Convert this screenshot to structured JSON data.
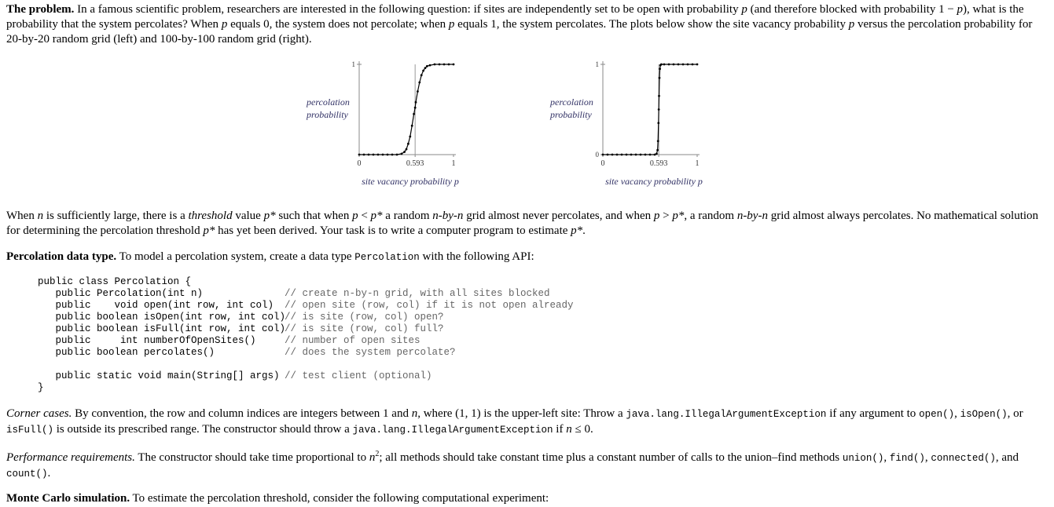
{
  "problem": {
    "heading": "The problem.",
    "text_parts": [
      " In a famous scientific problem, researchers are interested in the following question: if sites are independently set to be open with probability ",
      "p",
      " (and therefore blocked with probability 1 − ",
      "p",
      "), what is the probability that the system percolates? When ",
      "p",
      " equals 0, the system does not percolate; when ",
      "p",
      " equals 1, the system percolates. The plots below show the site vacancy probability ",
      "p",
      " versus the percolation probability for 20-by-20 random grid (left) and 100-by-100 random grid (right)."
    ]
  },
  "chart_data": [
    {
      "type": "line",
      "ylabel": "percolation probability",
      "xlabel": "site vacancy probability p",
      "x_ticks": [
        "0",
        "0.593",
        "1"
      ],
      "y_ticks": [
        "1"
      ],
      "xlim": [
        0,
        1
      ],
      "ylim": [
        0,
        1
      ],
      "threshold": 0.593,
      "series": [
        {
          "x": [
            0,
            0.05,
            0.1,
            0.15,
            0.2,
            0.25,
            0.3,
            0.35,
            0.4,
            0.45,
            0.48,
            0.5,
            0.52,
            0.54,
            0.56,
            0.58,
            0.593,
            0.6,
            0.62,
            0.64,
            0.66,
            0.68,
            0.7,
            0.72,
            0.75,
            0.8,
            0.85,
            0.9,
            0.95,
            1
          ],
          "y": [
            0,
            0,
            0,
            0,
            0,
            0,
            0,
            0,
            0,
            0.01,
            0.03,
            0.06,
            0.12,
            0.2,
            0.32,
            0.45,
            0.52,
            0.58,
            0.7,
            0.8,
            0.88,
            0.93,
            0.96,
            0.98,
            0.99,
            1,
            1,
            1,
            1,
            1
          ]
        }
      ]
    },
    {
      "type": "line",
      "ylabel": "percolation probability",
      "xlabel": "site vacancy probability p",
      "x_ticks": [
        "0",
        "0.593",
        "1"
      ],
      "y_ticks": [
        "0",
        "1"
      ],
      "xlim": [
        0,
        1
      ],
      "ylim": [
        0,
        1
      ],
      "threshold": 0.593,
      "series": [
        {
          "x": [
            0,
            0.05,
            0.1,
            0.15,
            0.2,
            0.25,
            0.3,
            0.35,
            0.4,
            0.45,
            0.5,
            0.55,
            0.57,
            0.58,
            0.585,
            0.59,
            0.593,
            0.596,
            0.6,
            0.605,
            0.61,
            0.62,
            0.65,
            0.7,
            0.75,
            0.8,
            0.85,
            0.9,
            0.95,
            1
          ],
          "y": [
            0,
            0,
            0,
            0,
            0,
            0,
            0,
            0,
            0,
            0,
            0,
            0,
            0.01,
            0.05,
            0.15,
            0.35,
            0.5,
            0.65,
            0.85,
            0.95,
            0.99,
            1,
            1,
            1,
            1,
            1,
            1,
            1,
            1,
            1
          ]
        }
      ]
    }
  ],
  "threshold_para": {
    "t1": "When ",
    "n": "n",
    "t2": " is sufficiently large, there is a ",
    "threshold": "threshold",
    "t3": " value ",
    "pstar": "p*",
    "t4": " such that when ",
    "p": "p",
    "t5": " < ",
    "t6": " a random ",
    "nbyn": "n-by-n",
    "t7": " grid almost never percolates, and when ",
    "t8": " > ",
    "t9": ", a random ",
    "t10": " grid almost always percolates. No mathematical solution for determining the percolation threshold ",
    "t11": " has yet been derived. Your task is to write a computer program to estimate ",
    "t12": "."
  },
  "datatype": {
    "heading": "Percolation data type.",
    "t1": " To model a percolation system, create a data type ",
    "code": "Percolation",
    "t2": " with the following API:"
  },
  "api_code": "public class Percolation {\n   public Percolation(int n)\n   public    void open(int row, int col)\n   public boolean isOpen(int row, int col)\n   public boolean isFull(int row, int col)\n   public     int numberOfOpenSites()\n   public boolean percolates()\n\n   public static void main(String[] args)\n}",
  "api_comments": "// create n-by-n grid, with all sites blocked\n// open site (row, col) if it is not open already\n// is site (row, col) open?\n// is site (row, col) full?\n// number of open sites\n// does the system percolate?\n\n// test client (optional)",
  "corner": {
    "heading": "Corner cases.",
    "t1": " By convention, the row and column indices are integers between 1 and ",
    "n": "n",
    "t2": ", where (1, 1) is the upper-left site: Throw a ",
    "exc": "java.lang.IllegalArgumentException",
    "t3": " if any argument to ",
    "open": "open()",
    "c": ", ",
    "isOpen": "isOpen()",
    "t4": ", or ",
    "isFull": "isFull()",
    "t5": " is outside its prescribed range. The constructor should throw a ",
    "t6": " if ",
    "t7": " ≤ 0."
  },
  "perf": {
    "heading": "Performance requirements.",
    "t1": " The constructor should take time proportional to ",
    "n": "n",
    "sup": "2",
    "t2": "; all methods should take constant time plus a constant number of calls to the union–find methods ",
    "union": "union()",
    "c": ", ",
    "find": "find()",
    "connected": "connected()",
    "t3": ", and ",
    "count": "count()",
    "t4": "."
  },
  "monte": {
    "heading": "Monte Carlo simulation.",
    "t1": " To estimate the percolation threshold, consider the following computational experiment:"
  }
}
